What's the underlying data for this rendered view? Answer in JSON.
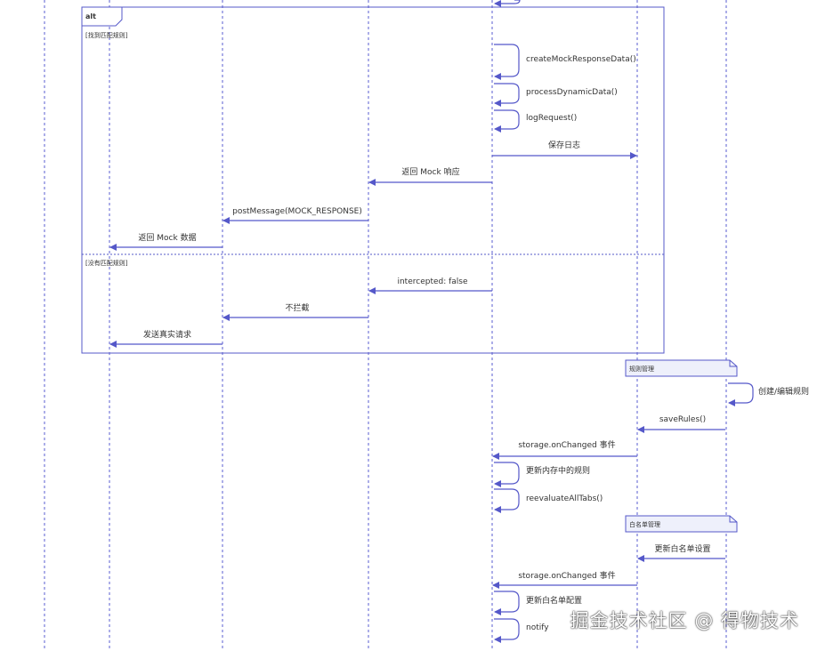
{
  "colors": {
    "line": "#5558c9",
    "lifeline": "#5a5ed0",
    "note_fill": "#eef0fb",
    "text": "#333333"
  },
  "alt": {
    "label": "alt",
    "branch1": "[找到匹配规则]",
    "branch2": "[没有匹配规则]"
  },
  "messages": {
    "createMock": "createMockResponseData()",
    "processDynamic": "processDynamicData()",
    "logRequest": "logRequest()",
    "saveLog": "保存日志",
    "returnMockResponse": "返回 Mock 响应",
    "postMessage": "postMessage(MOCK_RESPONSE)",
    "returnMockData": "返回 Mock 数据",
    "interceptedFalse": "intercepted: false",
    "noIntercept": "不拦截",
    "sendRealRequest": "发送真实请求",
    "createEditRule": "创建/编辑规则",
    "saveRules": "saveRules()",
    "storageChanged1": "storage.onChanged 事件",
    "updateMemoryRules": "更新内存中的规则",
    "reevaluate": "reevaluateAllTabs()",
    "updateWhitelistSettings": "更新白名单设置",
    "storageChanged2": "storage.onChanged 事件",
    "updateWhitelistConfig": "更新白名单配置",
    "notify": "notify"
  },
  "notes": {
    "ruleManagement": "规则管理",
    "whitelistManagement": "白名单管理"
  },
  "watermark": "掘金技术社区 @ 得物技术"
}
